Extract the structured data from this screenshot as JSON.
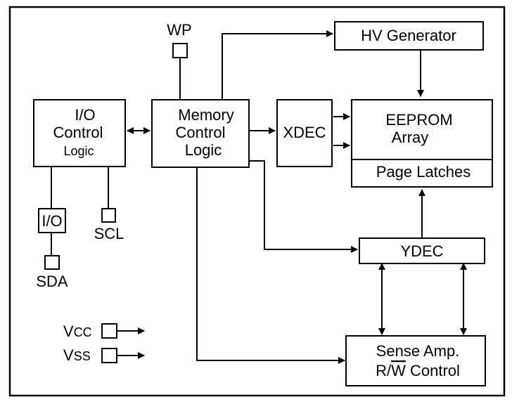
{
  "blocks": {
    "io_control": {
      "line1": "I/O",
      "line2": "Control",
      "line3": "Logic"
    },
    "memory_control": {
      "line1": "Memory",
      "line2": "Control",
      "line3": "Logic"
    },
    "xdec": {
      "label": "XDEC"
    },
    "hv_generator": {
      "label": "HV Generator"
    },
    "eeprom_array": {
      "line1": "EEPROM",
      "line2": "Array"
    },
    "page_latches": {
      "label": "Page Latches"
    },
    "ydec": {
      "label": "YDEC"
    },
    "sense_amp": {
      "line1": "Sense Amp.",
      "line2_prefix": "R/",
      "line2_overbar": "W",
      "line2_suffix": " Control"
    },
    "io_buffer": {
      "label": "I/O"
    }
  },
  "pins": {
    "wp": "WP",
    "scl": "SCL",
    "sda": "SDA",
    "vcc_main": "V",
    "vcc_sub": "CC",
    "vss_main": "V",
    "vss_sub": "SS"
  }
}
